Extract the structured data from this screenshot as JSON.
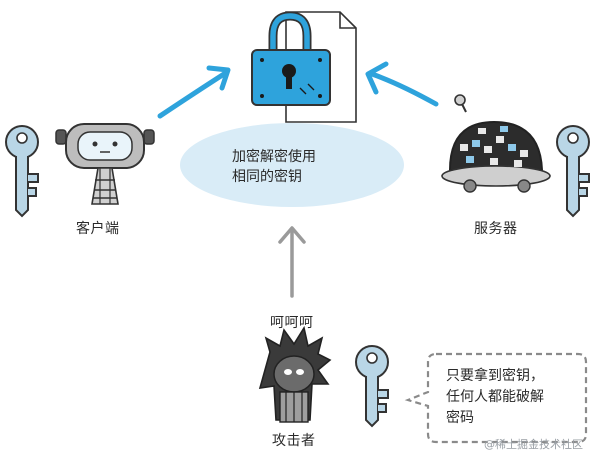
{
  "labels": {
    "client": "客户端",
    "server": "服务器",
    "attacker": "攻击者",
    "laugh": "呵呵呵"
  },
  "shared_key_note": {
    "line1": "加密解密使用",
    "line2": "相同的密钥"
  },
  "speech_bubble": {
    "line1": "只要拿到密钥，",
    "line2": "任何人都能破解",
    "line3": "密码"
  },
  "watermark": "@稀土掘金技术社区",
  "colors": {
    "accent_blue": "#2ea3dc",
    "ellipse_fill": "#d9ecf7",
    "key_fill": "#b9d6e6",
    "outline": "#333333",
    "arrow_gray": "#9a9a9a"
  },
  "icons": [
    "document-icon",
    "padlock-icon",
    "key-icon",
    "robot-icon",
    "server-icon",
    "attacker-icon"
  ]
}
